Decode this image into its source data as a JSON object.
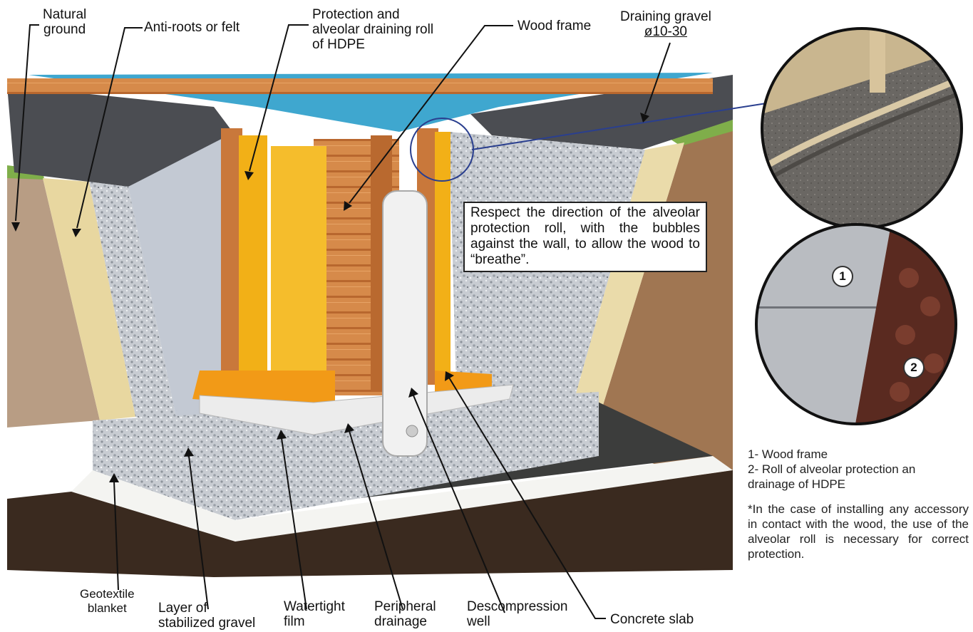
{
  "labels": {
    "natural_ground": [
      "Natural",
      "ground"
    ],
    "anti_roots": "Anti-roots or felt",
    "protection_roll": [
      "Protection and",
      "alveolar draining roll",
      "of HDPE"
    ],
    "wood_frame": "Wood frame",
    "draining_gravel": [
      "Draining gravel",
      "ø10-30"
    ],
    "geotextile": [
      "Geotextile",
      "blanket"
    ],
    "stabilized_gravel": [
      "Layer of",
      "stabilized gravel"
    ],
    "watertight_film": [
      "Watertight",
      "film"
    ],
    "peripheral_drainage": [
      "Peripheral",
      "drainage"
    ],
    "descompression_well": [
      "Descompression",
      "well"
    ],
    "concrete_slab": "Concrete slab"
  },
  "callout": "Respect the direction of the alveolar protection roll, with the bubbles against the wall, to allow the wood to “breathe”.",
  "detail_badges": [
    "1",
    "2"
  ],
  "legend": {
    "items": [
      "1- Wood frame",
      "2- Roll of alveolar protection an drainage of HDPE"
    ],
    "note": "*In the case of installing any accessory in contact with the wood, the use of the alveolar roll is necessary for correct protection."
  },
  "colors": {
    "water": "#3fa7cf",
    "wood": "#d98b4c",
    "hdpe_roll": "#f2b017",
    "gravel": "#c9ccd1",
    "asphalt": "#4b4d52",
    "earth": "#a07652",
    "felt": "#e8d7a0",
    "slab": "#3a2a1f",
    "detail_ring": "#2a3f8f"
  }
}
